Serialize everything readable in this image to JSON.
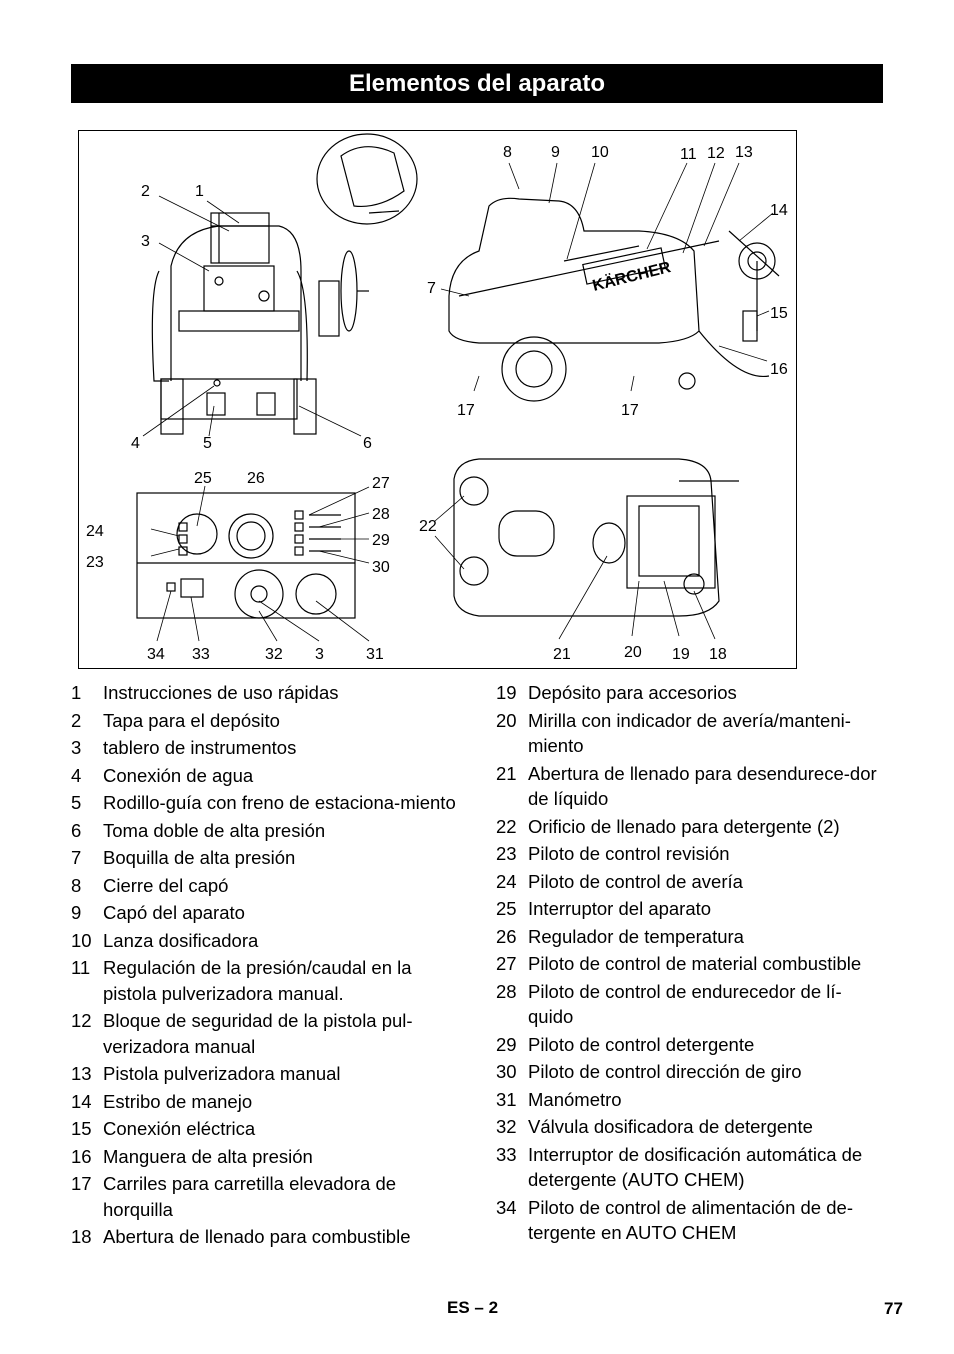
{
  "title": "Elementos del aparato",
  "figure": {
    "callouts": {
      "c1": "1",
      "c2": "2",
      "c3": "3",
      "c4": "4",
      "c5": "5",
      "c6": "6",
      "c7": "7",
      "c8": "8",
      "c9": "9",
      "c10": "10",
      "c11": "11",
      "c12": "12",
      "c13": "13",
      "c14": "14",
      "c15": "15",
      "c16": "16",
      "c17a": "17",
      "c17b": "17",
      "c18": "18",
      "c19": "19",
      "c20": "20",
      "c21": "21",
      "c22": "22",
      "c23": "23",
      "c24": "24",
      "c25": "25",
      "c26": "26",
      "c27": "27",
      "c28": "28",
      "c29": "29",
      "c30": "30",
      "c31": "31",
      "c32": "32",
      "c3b": "3",
      "c33": "33",
      "c34": "34"
    },
    "brand": "KÄRCHER"
  },
  "items_left": [
    {
      "num": "1",
      "text": "Instrucciones de uso rápidas"
    },
    {
      "num": "2",
      "text": "Tapa para el depósito"
    },
    {
      "num": "3",
      "text": "tablero de instrumentos"
    },
    {
      "num": "4",
      "text": "Conexión de agua"
    },
    {
      "num": "5",
      "text": "Rodillo-guía con freno de estaciona-miento"
    },
    {
      "num": "6",
      "text": "Toma doble de alta presión"
    },
    {
      "num": "7",
      "text": "Boquilla de alta presión"
    },
    {
      "num": "8",
      "text": "Cierre del capó"
    },
    {
      "num": "9",
      "text": "Capó del aparato"
    },
    {
      "num": "10",
      "text": "Lanza dosificadora"
    },
    {
      "num": "11",
      "text": "Regulación de la presión/caudal en la pistola pulverizadora manual."
    },
    {
      "num": "12",
      "text": "Bloque de seguridad de la pistola pul-verizadora manual"
    },
    {
      "num": "13",
      "text": "Pistola pulverizadora manual"
    },
    {
      "num": "14",
      "text": "Estribo de manejo"
    },
    {
      "num": "15",
      "text": "Conexión eléctrica"
    },
    {
      "num": "16",
      "text": "Manguera de alta presión"
    },
    {
      "num": "17",
      "text": "Carriles para carretilla elevadora de horquilla"
    },
    {
      "num": "18",
      "text": "Abertura de llenado para combustible"
    }
  ],
  "items_right": [
    {
      "num": "19",
      "text": "Depósito para accesorios"
    },
    {
      "num": "20",
      "text": "Mirilla con indicador de avería/manteni-miento"
    },
    {
      "num": "21",
      "text": "Abertura de llenado para desendurece-dor de líquido"
    },
    {
      "num": "22",
      "text": "Orificio de llenado para detergente (2)"
    },
    {
      "num": "23",
      "text": "Piloto de control revisión"
    },
    {
      "num": "24",
      "text": "Piloto de control de avería"
    },
    {
      "num": "25",
      "text": "Interruptor del aparato"
    },
    {
      "num": "26",
      "text": "Regulador de temperatura"
    },
    {
      "num": "27",
      "text": "Piloto de control de material combustible"
    },
    {
      "num": "28",
      "text": "Piloto de control de endurecedor de lí-quido"
    },
    {
      "num": "29",
      "text": "Piloto de control detergente"
    },
    {
      "num": "30",
      "text": "Piloto de control dirección de giro"
    },
    {
      "num": "31",
      "text": "Manómetro"
    },
    {
      "num": "32",
      "text": "Válvula dosificadora de detergente"
    },
    {
      "num": "33",
      "text": "Interruptor de dosificación automática de detergente (AUTO CHEM)"
    },
    {
      "num": "34",
      "text": "Piloto de control de alimentación de de-tergente en AUTO CHEM"
    }
  ],
  "footer": {
    "lang": "ES",
    "section": "– 2",
    "page": "77"
  }
}
